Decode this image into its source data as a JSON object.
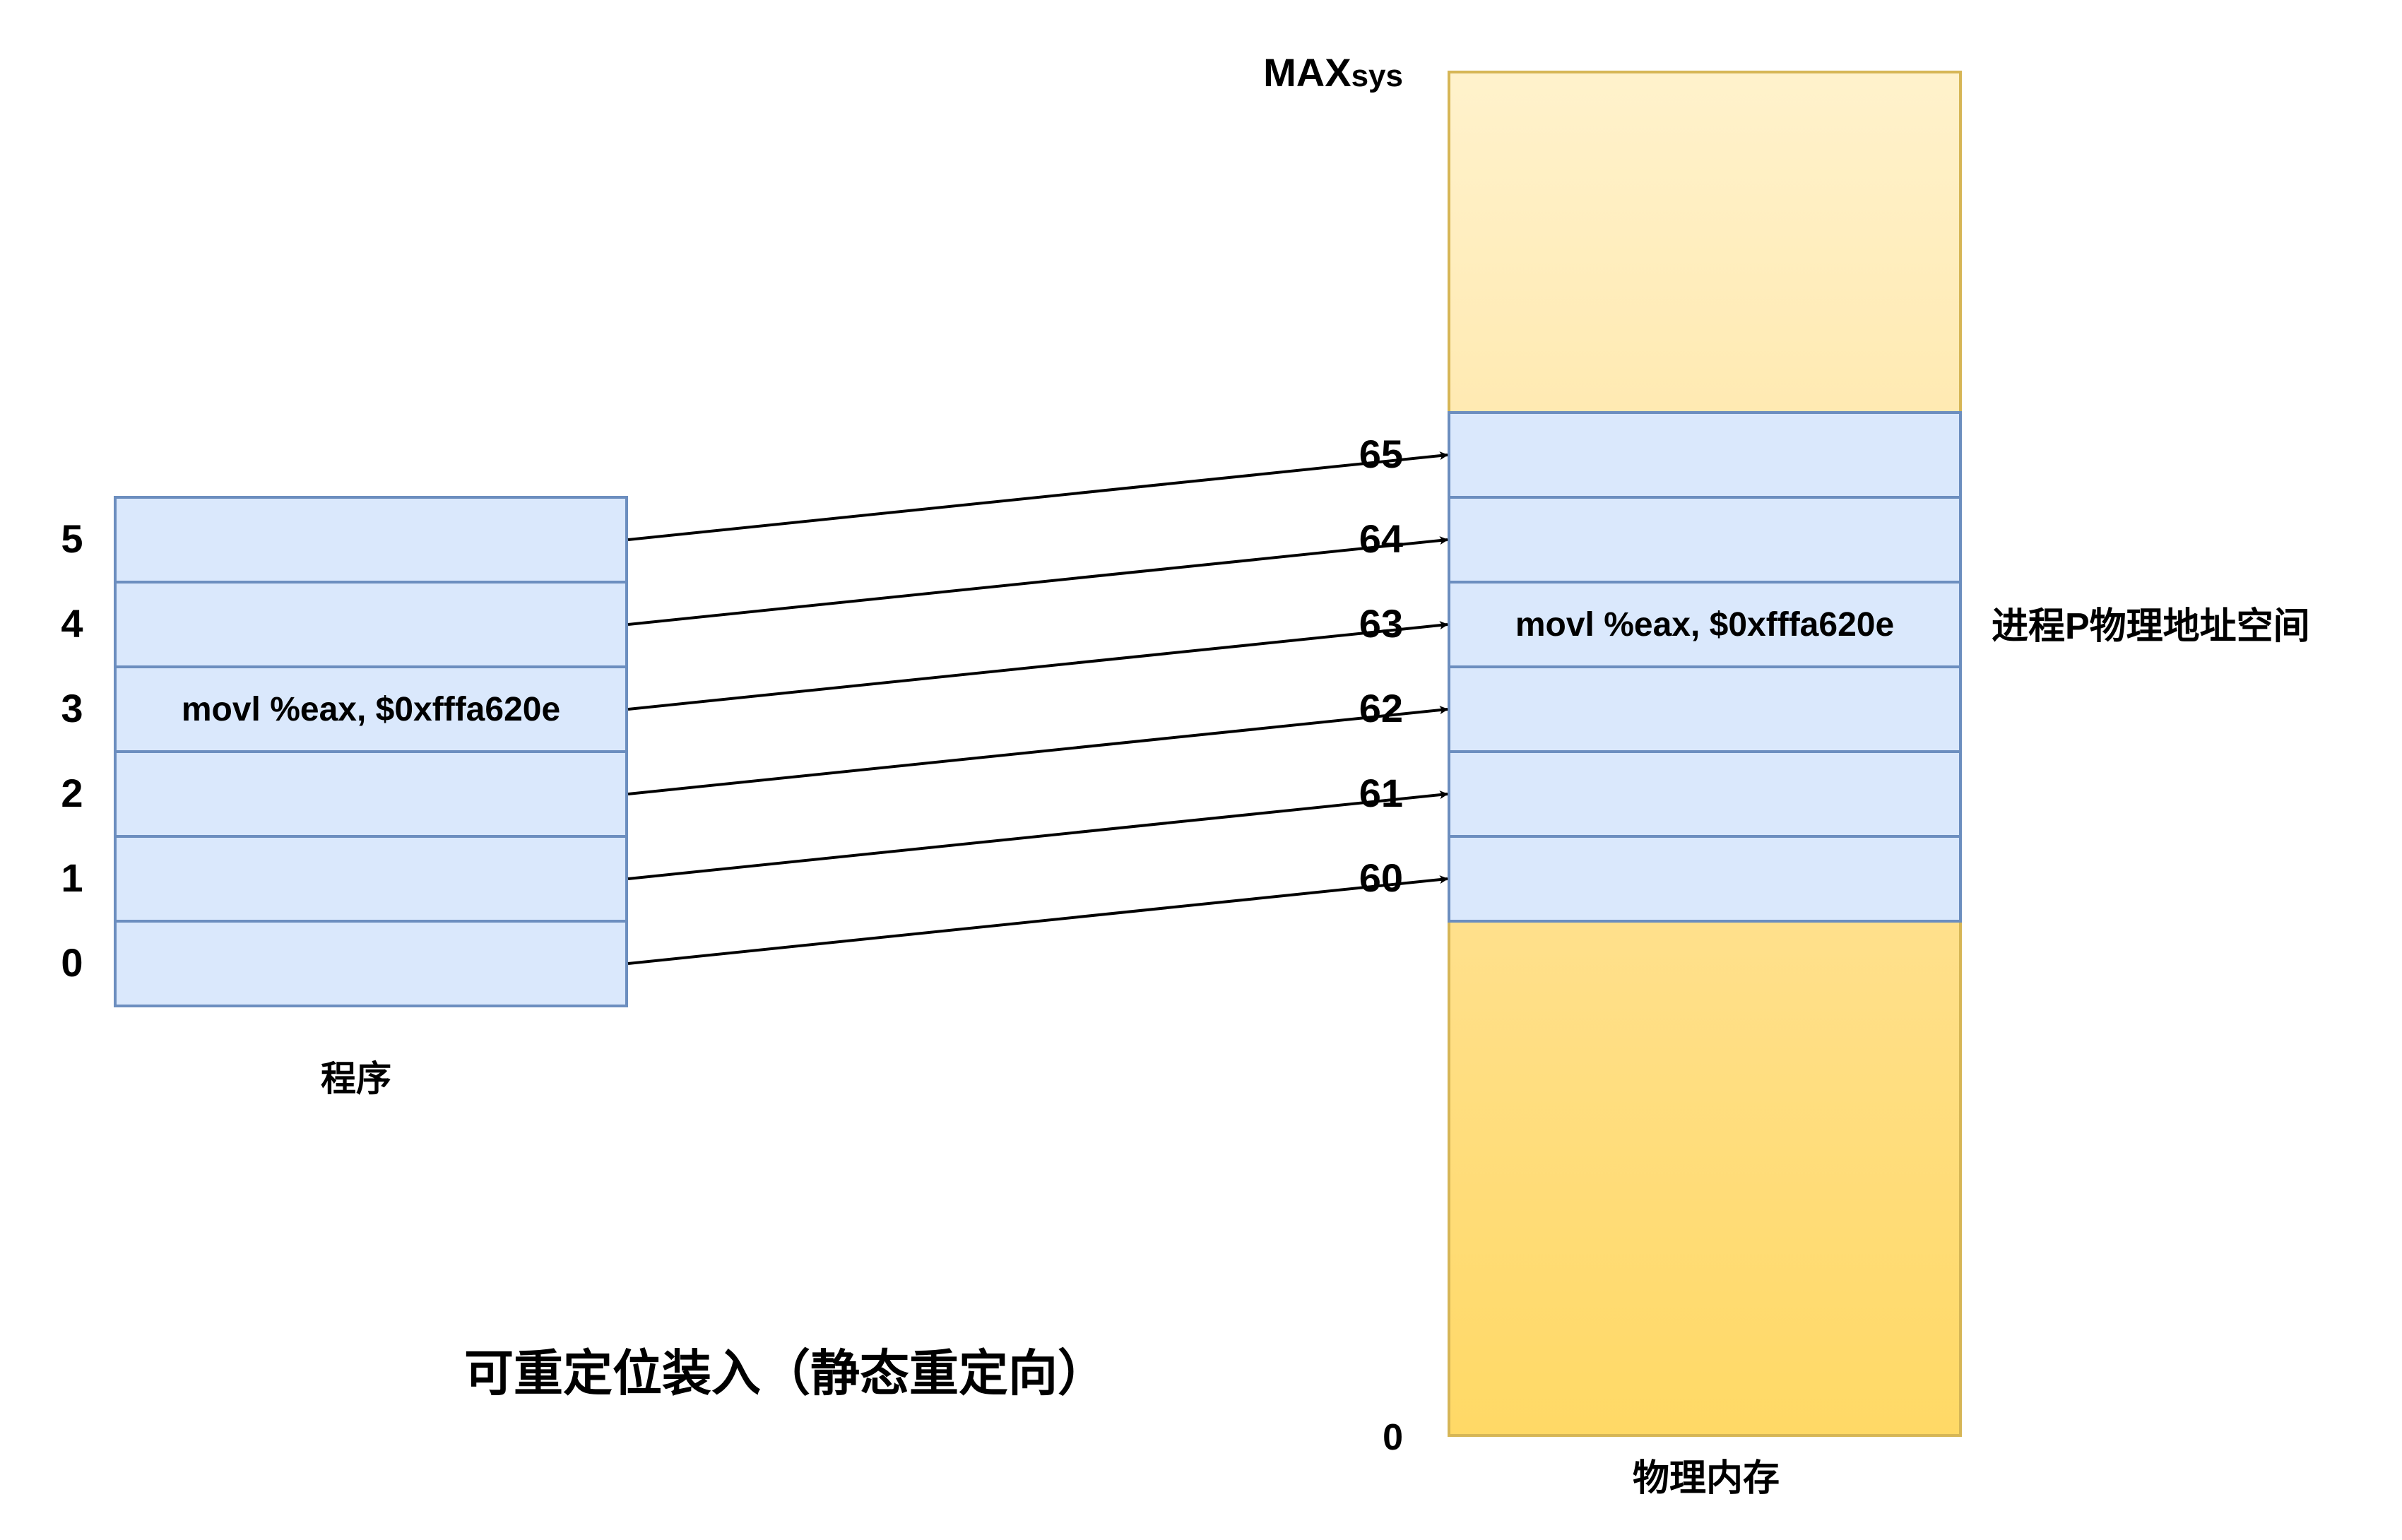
{
  "title": "可重定位装入（静态重定向）",
  "program": {
    "caption": "程序",
    "rows": [
      {
        "index": "0",
        "content": ""
      },
      {
        "index": "1",
        "content": ""
      },
      {
        "index": "2",
        "content": ""
      },
      {
        "index": "3",
        "content": "movl %eax, $0xfffa620e"
      },
      {
        "index": "4",
        "content": ""
      },
      {
        "index": "5",
        "content": ""
      }
    ]
  },
  "memory": {
    "caption": "物理内存",
    "top_label_main": "MAX",
    "top_label_sub": "sys",
    "bottom_label": "0",
    "region_label": "进程P物理地址空间",
    "rows": [
      {
        "address": "60",
        "content": ""
      },
      {
        "address": "61",
        "content": ""
      },
      {
        "address": "62",
        "content": ""
      },
      {
        "address": "63",
        "content": "movl %eax, $0xfffa620e"
      },
      {
        "address": "64",
        "content": ""
      },
      {
        "address": "65",
        "content": ""
      }
    ]
  },
  "colors": {
    "cell_fill": "#dae8fc",
    "cell_stroke": "#6c8ebf",
    "mem_stroke": "#d6b656",
    "mem_top": "#fff2cc",
    "mem_bottom": "#ffd966"
  }
}
